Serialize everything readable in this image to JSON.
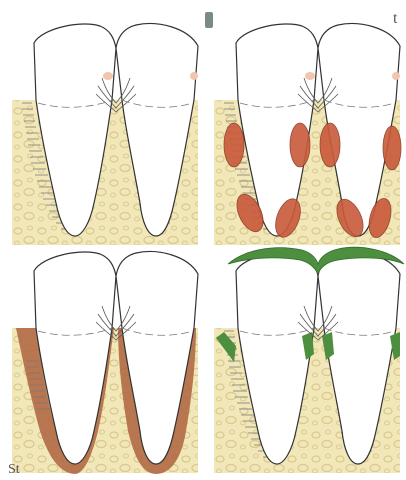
{
  "figure": {
    "panels": [
      {
        "id": "healthy",
        "overlay": "none"
      },
      {
        "id": "ellipses",
        "overlay": "red-ellipses"
      },
      {
        "id": "brown-band",
        "overlay": "brown-band"
      },
      {
        "id": "green-crown",
        "overlay": "green-crown"
      }
    ],
    "corner_marks": {
      "top_right": "t",
      "bottom_left": "St"
    },
    "colors": {
      "bone": "#f1e7b8",
      "bone_trabecula": "#d9c98d",
      "tooth_outline": "#333333",
      "ligament": "#777777",
      "red_ellipse": "#c8593a",
      "brown_band": "#b26b45",
      "green": "#4d8f3f",
      "pink_spot": "#f2c6ae"
    }
  }
}
